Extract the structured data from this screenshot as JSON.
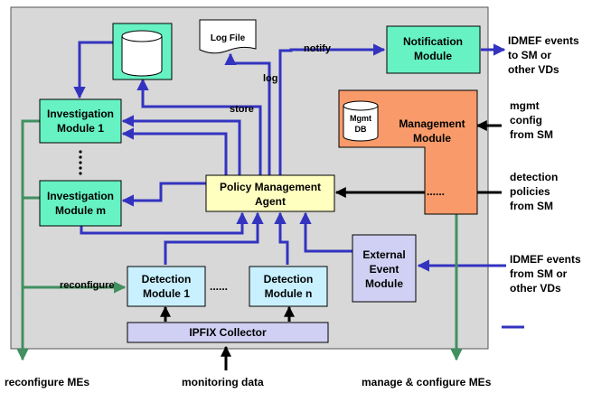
{
  "colors": {
    "system_bg": "#d8d8d8",
    "module_green": "#66f2c2",
    "management": "#f89a6a",
    "policy_agent": "#ffffc0",
    "detection": "#c8f0ff",
    "lavender": "#d0d0f4",
    "blue_arrow": "#3333c0",
    "green_arrow": "#409060",
    "black_arrow": "#000000"
  },
  "nodes": {
    "log_file": "Log File",
    "notification": [
      "Notification",
      "Module"
    ],
    "investigation_1": [
      "Investigation",
      "Module 1"
    ],
    "investigation_m": [
      "Investigation",
      "Module m"
    ],
    "management": [
      "Management",
      "Module"
    ],
    "mgmt_db": [
      "Mgmt",
      "DB"
    ],
    "policy_agent": [
      "Policy Management",
      "Agent"
    ],
    "external_event": [
      "External",
      "Event",
      "Module"
    ],
    "detection_1": [
      "Detection",
      "Module 1"
    ],
    "detection_n": [
      "Detection",
      "Module n"
    ],
    "ipfix": "IPFIX Collector"
  },
  "edge_labels": {
    "notify": "notify",
    "log": "log",
    "store": "store",
    "reconfigure": "reconfigure"
  },
  "external_labels": {
    "idmef_out": [
      "IDMEF events",
      "to SM or",
      "other VDs"
    ],
    "mgmt_config": [
      "mgmt",
      "config",
      "from SM"
    ],
    "detection_policies": [
      "detection",
      "policies",
      "from SM"
    ],
    "idmef_in": [
      "IDMEF events",
      "from SM or",
      "other VDs"
    ],
    "reconfigure_mes": "reconfigure  MEs",
    "monitoring_data": "monitoring data",
    "manage_configure": "manage & configure  MEs"
  },
  "ellipses": {
    "vertical": "⋮",
    "horizontal": "......",
    "policy_gap": "......"
  }
}
